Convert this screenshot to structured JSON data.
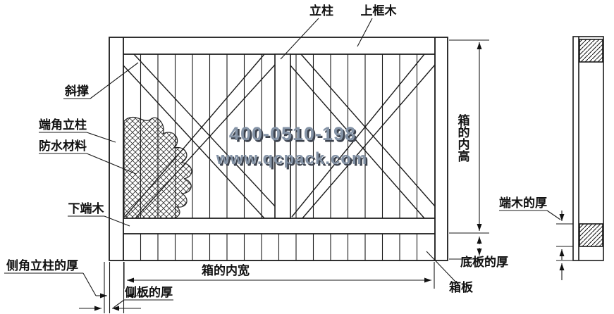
{
  "diagram": {
    "labels": {
      "li_zhu": "立柱",
      "shang_kuang_mu": "上框木",
      "xie_cheng": "斜撑",
      "duan_jiao_li_zhu": "端角立柱",
      "fang_shui_cai_liao": "防水材料",
      "xia_duan_mu": "下端木",
      "ce_jiao_li_zhu_de_hou": "侧角立柱的厚",
      "ce_ban_de_hou": "侧板的厚",
      "xiang_de_nei_kuan": "箱的内宽",
      "xiang_de_nei_gao": "箱的内高",
      "di_ban_de_hou": "底板的厚",
      "xiang_ban": "箱板",
      "duan_mu_de_hou": "端木的厚"
    },
    "watermark": {
      "line1": "400-0510-198",
      "line2": "www.qcpack.com"
    },
    "colors": {
      "line": "#1a1a1a",
      "watermark_fill": "#8493a6",
      "watermark_shadow": "#3d434e",
      "background": "#ffffff"
    }
  }
}
